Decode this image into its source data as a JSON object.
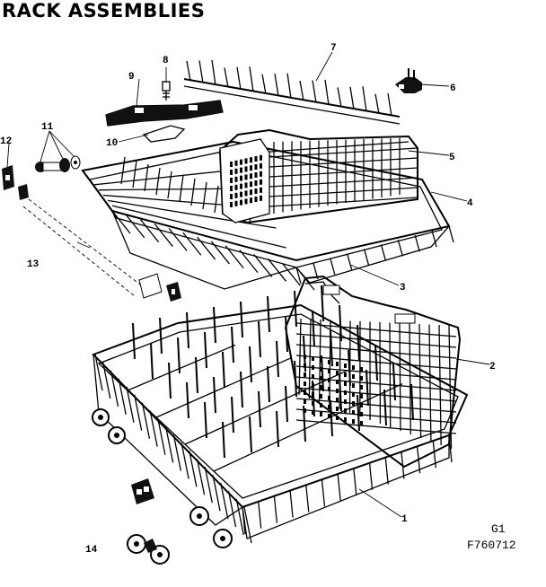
{
  "title": "RACK ASSEMBLIES",
  "parts": [
    {
      "label": "1"
    },
    {
      "label": "2"
    },
    {
      "label": "3"
    },
    {
      "label": "4"
    },
    {
      "label": "5"
    },
    {
      "label": "6"
    },
    {
      "label": "7"
    },
    {
      "label": "8"
    },
    {
      "label": "9"
    },
    {
      "label": "10"
    },
    {
      "label": "11"
    },
    {
      "label": "12"
    },
    {
      "label": "13"
    },
    {
      "label": "14"
    }
  ],
  "codes": {
    "group": "G1",
    "figure": "F760712"
  }
}
